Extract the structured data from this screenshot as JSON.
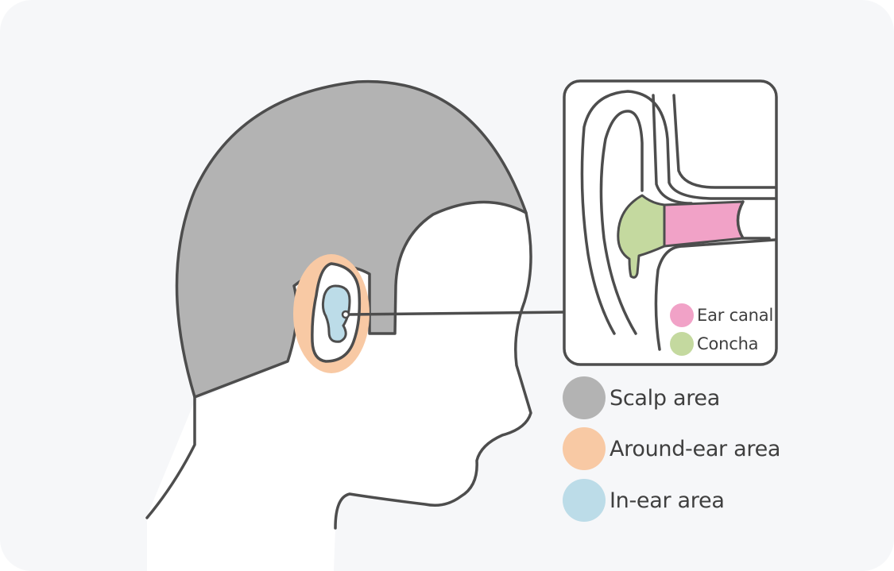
{
  "colors": {
    "outline": "#4d4d4d",
    "background": "#f6f7f9",
    "scalp": "#b3b3b3",
    "around_ear": "#f8c9a4",
    "in_ear": "#bcdce8",
    "ear_canal": "#f1a2c7",
    "concha": "#c4d99f"
  },
  "legend": {
    "main": [
      {
        "label": "Scalp area",
        "color": "#b3b3b3"
      },
      {
        "label": "Around-ear area",
        "color": "#f8c9a4"
      },
      {
        "label": "In-ear area",
        "color": "#bcdce8"
      }
    ],
    "inset": [
      {
        "label": "Ear canal",
        "color": "#f1a2c7"
      },
      {
        "label": "Concha",
        "color": "#c4d99f"
      }
    ]
  }
}
